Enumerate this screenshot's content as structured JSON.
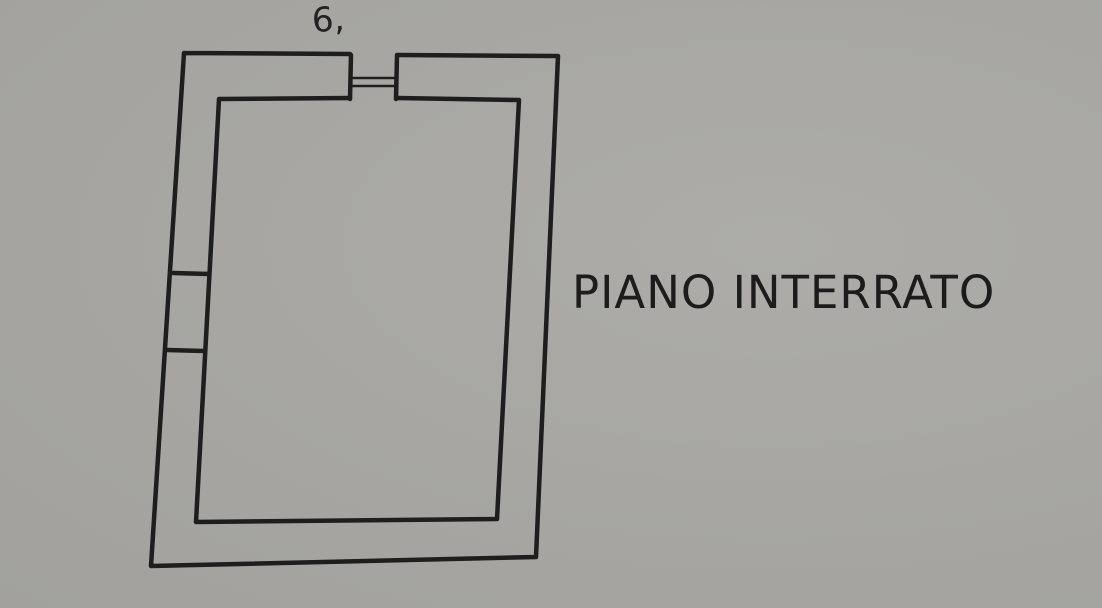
{
  "drawing": {
    "title": "PIANO INTERRATO",
    "annotation": "6,",
    "colors": {
      "paper": "#a7a6a2",
      "ink": "#1e1e1e"
    },
    "elements": {
      "outer_wall": "rectangle",
      "inner_wall": "rectangle",
      "top_opening": "stair/window symbol with two horizontal lines",
      "left_opening": "window symbol in left wall"
    }
  }
}
